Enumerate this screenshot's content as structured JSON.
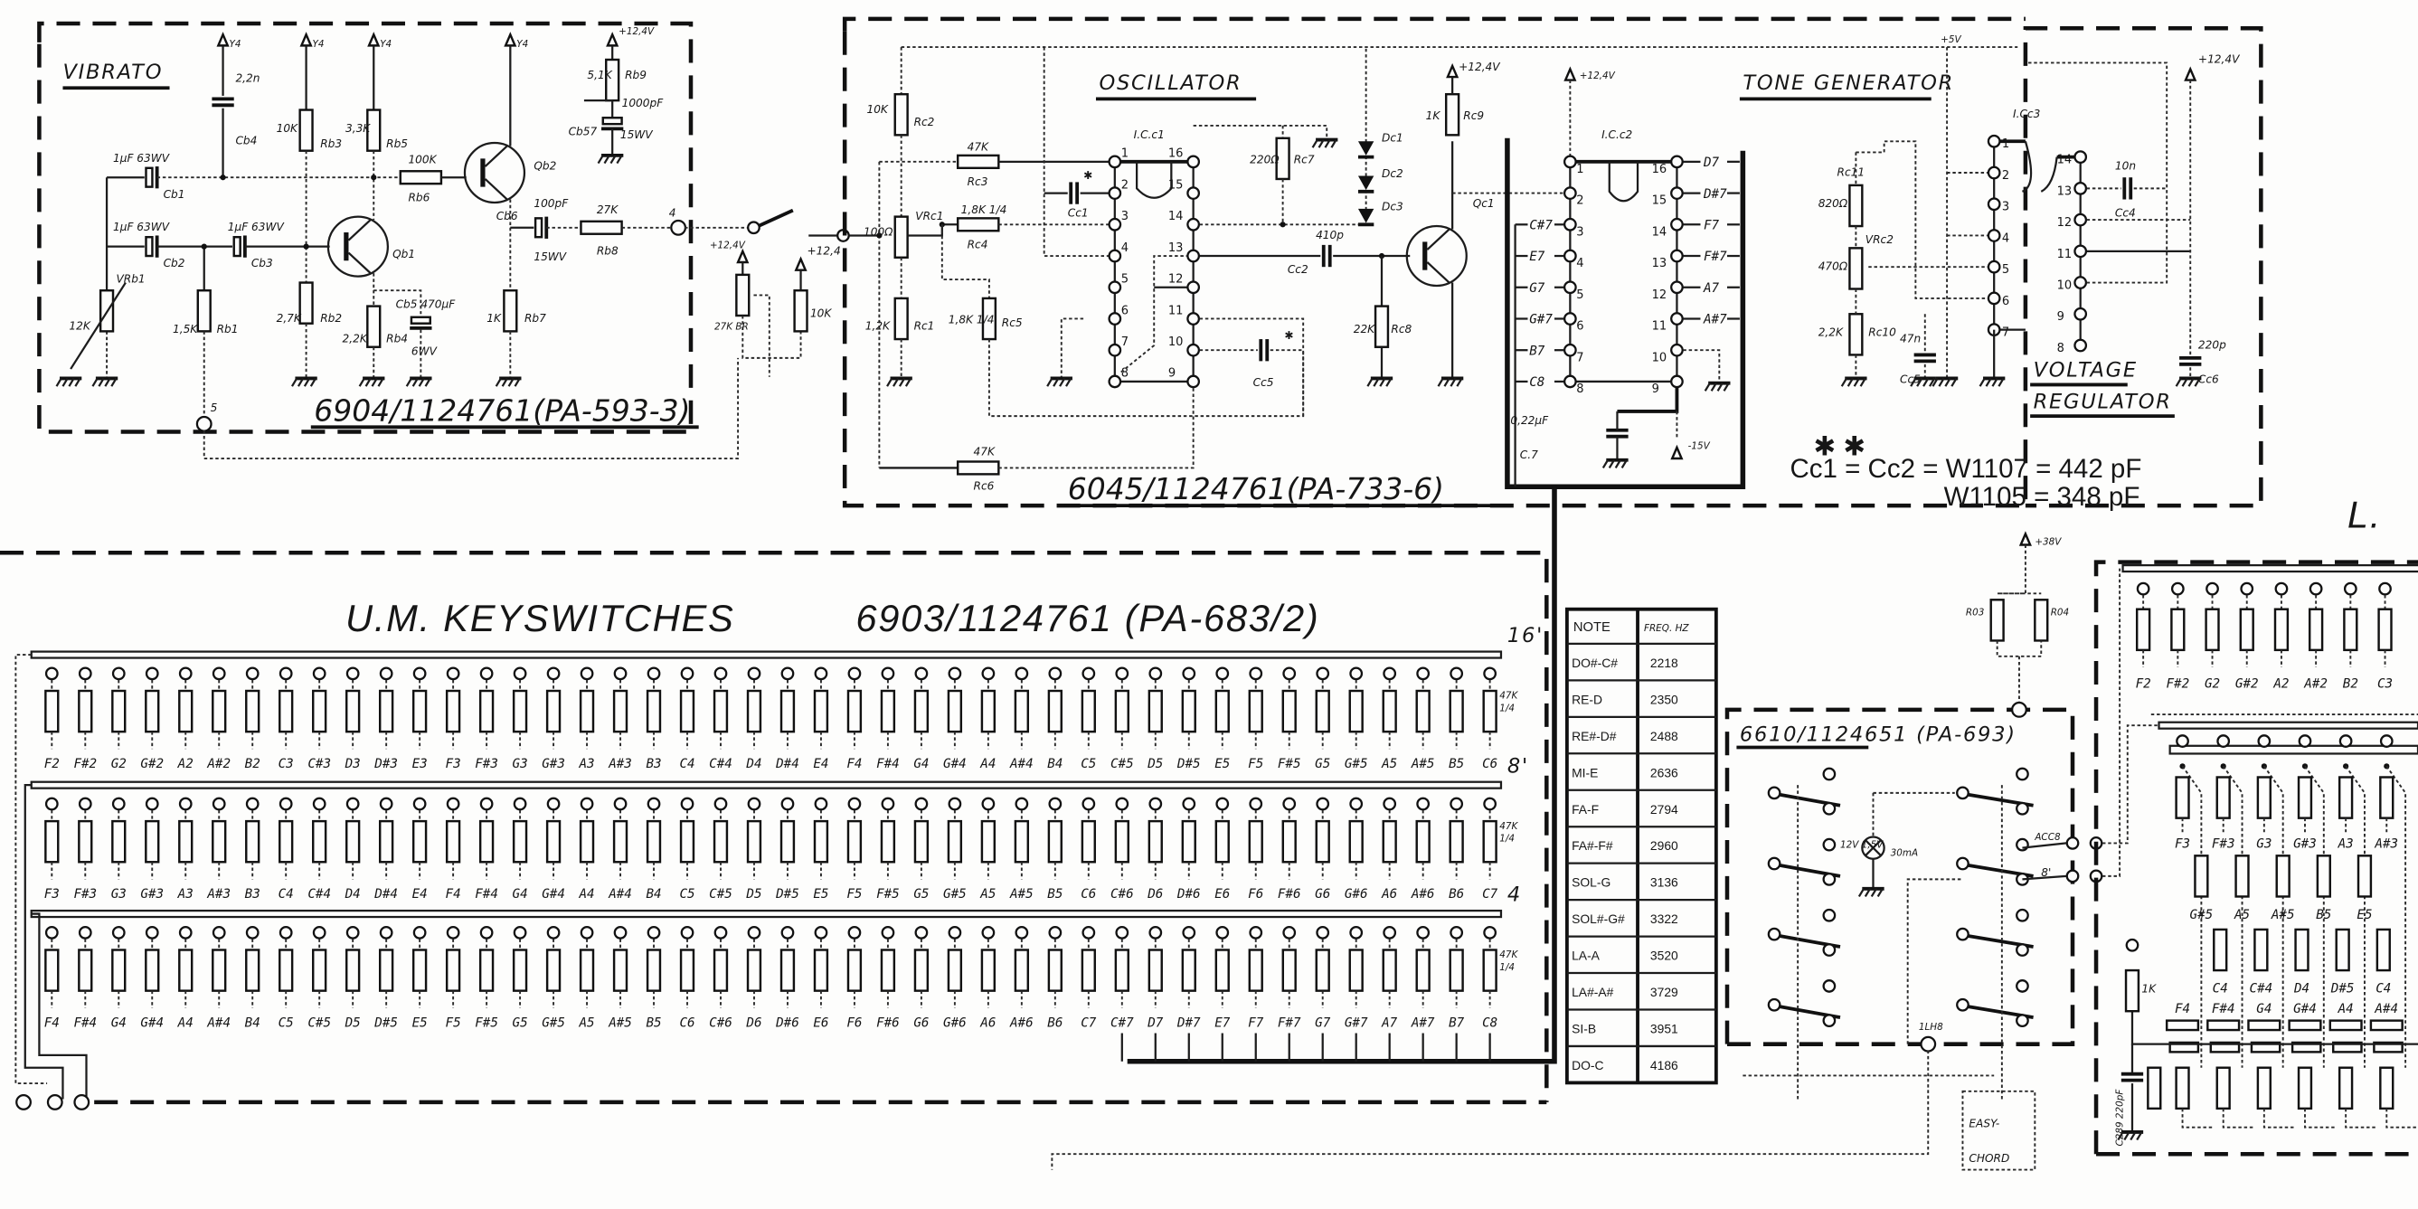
{
  "vibrato": {
    "title": "VIBRATO",
    "board": "6904/1124761(PA-593-3)",
    "supply": "Y4",
    "supply_pos": "+12,4V",
    "labels": [
      "2,2n",
      "Cb4",
      "1µF 63WV",
      "Cb1",
      "1µF 63WV",
      "Cb2",
      "1µF 63WV",
      "Cb3",
      "Qb1",
      "Qb2",
      "100K",
      "Rb6",
      "100pF",
      "Cb6",
      "15WV",
      "27K",
      "Rb8",
      "10K",
      "Rb3",
      "3,3K",
      "Rb5",
      "12K",
      "VRb1",
      "1,5K",
      "Rb1",
      "2,7K",
      "Rb2",
      "2,2K",
      "Rb4",
      "Cb5 470µF",
      "6WV",
      "1K",
      "Rb7",
      "Cb57",
      "15WV",
      "1000pF",
      "5,1K",
      "Rb9",
      "4",
      "5"
    ]
  },
  "interconnect": {
    "labels": [
      "+12,4V",
      "+12,4",
      "27K BR",
      "10K"
    ]
  },
  "oscillator": {
    "title": "OSCILLATOR",
    "ic": "I.C.c1",
    "board": "6045/1124761(PA-733-6)",
    "labels": [
      "10K",
      "Rc2",
      "47K",
      "Rc3",
      "100Ω",
      "VRc1",
      "1,8K 1/4",
      "Rc4",
      "1,2K",
      "Rc1",
      "1,8K 1/4",
      "Rc5",
      "Cc1",
      "✱",
      "220Ω",
      "Rc7",
      "Dc1",
      "Dc2",
      "Dc3",
      "410p",
      "Cc2",
      "Qc1",
      "22K",
      "Rc8",
      "1K",
      "Rc9",
      "+12,4V",
      "Cc5",
      "✱",
      "47K",
      "Rc6"
    ],
    "pins": [
      "1",
      "2",
      "3",
      "4",
      "5",
      "6",
      "7",
      "8",
      "9",
      "10",
      "11",
      "12",
      "13",
      "14",
      "15",
      "16"
    ]
  },
  "tone_generator": {
    "title": "TONE GENERATOR",
    "ic": "I.C.c2",
    "supply": "+12,4V",
    "left_notes": [
      "C#7",
      "E7",
      "G7",
      "G#7",
      "B7",
      "C8"
    ],
    "right_notes": [
      "D7",
      "D#7",
      "F7",
      "F#7",
      "A7",
      "A#7"
    ],
    "cap_value": "0,22µF",
    "cap_name": "C.7",
    "neg_supply": "-15V",
    "pins": [
      "1",
      "2",
      "3",
      "4",
      "5",
      "6",
      "7",
      "8",
      "9",
      "10",
      "11",
      "12",
      "13",
      "14",
      "15",
      "16"
    ]
  },
  "voltage_regulator": {
    "title_line1": "VOLTAGE",
    "title_line2": "REGULATOR",
    "ic": "I.Cc3",
    "labels": [
      "+5V",
      "+12,4V",
      "820Ω",
      "Rc11",
      "470Ω",
      "VRc2",
      "2,2K",
      "Rc10",
      "47n",
      "Cc5",
      "10n",
      "Cc4",
      "220p",
      "Cc6"
    ],
    "pins": [
      "1",
      "2",
      "3",
      "4",
      "5",
      "6",
      "7",
      "8",
      "9",
      "10",
      "11",
      "12",
      "13",
      "14"
    ]
  },
  "footnote": {
    "stars": "✱   ✱",
    "line1": "Cc1 = Cc2 =  W1107 = 442 pF",
    "line2": "W1105 = 348 pF",
    "section_mark": "L."
  },
  "keyswitches": {
    "title": "U.M. KEYSWITCHES",
    "board": "6903/1124761 (PA-683/2)",
    "footages": [
      "16'",
      "8'",
      "4"
    ],
    "resistor_value": [
      "47K",
      "1/4"
    ],
    "rows": [
      [
        "F2",
        "F#2",
        "G2",
        "G#2",
        "A2",
        "A#2",
        "B2",
        "C3",
        "C#3",
        "D3",
        "D#3",
        "E3",
        "F3",
        "F#3",
        "G3",
        "G#3",
        "A3",
        "A#3",
        "B3",
        "C4",
        "C#4",
        "D4",
        "D#4",
        "E4",
        "F4",
        "F#4",
        "G4",
        "G#4",
        "A4",
        "A#4",
        "B4",
        "C5",
        "C#5",
        "D5",
        "D#5",
        "E5",
        "F5",
        "F#5",
        "G5",
        "G#5",
        "A5",
        "A#5",
        "B5",
        "C6"
      ],
      [
        "F3",
        "F#3",
        "G3",
        "G#3",
        "A3",
        "A#3",
        "B3",
        "C4",
        "C#4",
        "D4",
        "D#4",
        "E4",
        "F4",
        "F#4",
        "G4",
        "G#4",
        "A4",
        "A#4",
        "B4",
        "C5",
        "C#5",
        "D5",
        "D#5",
        "E5",
        "F5",
        "F#5",
        "G5",
        "G#5",
        "A5",
        "A#5",
        "B5",
        "C6",
        "C#6",
        "D6",
        "D#6",
        "E6",
        "F6",
        "F#6",
        "G6",
        "G#6",
        "A6",
        "A#6",
        "B6",
        "C7"
      ],
      [
        "F4",
        "F#4",
        "G4",
        "G#4",
        "A4",
        "A#4",
        "B4",
        "C5",
        "C#5",
        "D5",
        "D#5",
        "E5",
        "F5",
        "F#5",
        "G5",
        "G#5",
        "A5",
        "A#5",
        "B5",
        "C6",
        "C#6",
        "D6",
        "D#6",
        "E6",
        "F6",
        "F#6",
        "G6",
        "G#6",
        "A6",
        "A#6",
        "B6",
        "C7",
        "C#7",
        "D7",
        "D#7",
        "E7",
        "F7",
        "F#7",
        "G7",
        "G#7",
        "A7",
        "A#7",
        "B7",
        "C8"
      ]
    ]
  },
  "frequency_table": {
    "headers": [
      "NOTE",
      "FREQ. HZ"
    ],
    "rows": [
      {
        "note": "DO#-C#",
        "freq": "2218"
      },
      {
        "note": "RE-D",
        "freq": "2350"
      },
      {
        "note": "RE#-D#",
        "freq": "2488"
      },
      {
        "note": "MI-E",
        "freq": "2636"
      },
      {
        "note": "FA-F",
        "freq": "2794"
      },
      {
        "note": "FA#-F#",
        "freq": "2960"
      },
      {
        "note": "SOL-G",
        "freq": "3136"
      },
      {
        "note": "SOL#-G#",
        "freq": "3322"
      },
      {
        "note": "LA-A",
        "freq": "3520"
      },
      {
        "note": "LA#-A#",
        "freq": "3729"
      },
      {
        "note": "SI-B",
        "freq": "3951"
      },
      {
        "note": "DO-C",
        "freq": "4186"
      }
    ]
  },
  "board_6610": {
    "board": "6610/1124651 (PA-693)",
    "supply": "+38V",
    "resistors": [
      "R03",
      "R04"
    ],
    "lamp": [
      "12V 1,5V",
      "30mA"
    ],
    "acc_label": "ACC8",
    "eight_label": "8'",
    "node_label": "1LH8",
    "easy_chord": [
      "EASY-",
      "CHORD"
    ]
  },
  "right_section": {
    "row1": [
      "F2",
      "F#2",
      "G2",
      "G#2",
      "A2",
      "A#2",
      "B2",
      "C3"
    ],
    "row2": [
      "F3",
      "F#3",
      "G3",
      "G#3",
      "A3",
      "A#3"
    ],
    "row3": [
      "G#5",
      "A5",
      "A#5",
      "B5",
      "E5"
    ],
    "row4": [
      "C4",
      "C#4",
      "D4",
      "D#5",
      "C4"
    ],
    "row5": [
      "F4",
      "F#4",
      "G4",
      "G#4",
      "A4",
      "A#4"
    ],
    "res_value": "1K",
    "cap_label": "C289 220pF"
  }
}
